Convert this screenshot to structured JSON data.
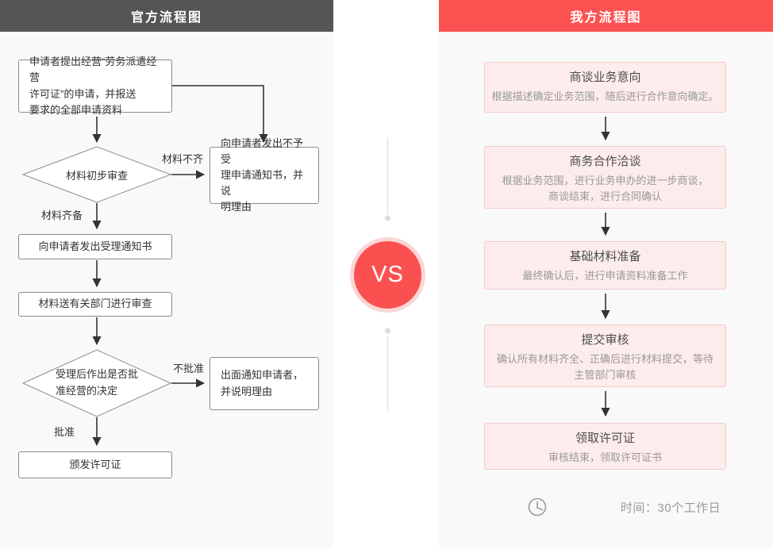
{
  "left_panel": {
    "header": "官方流程图",
    "application_box": "申请者提出经营“劳务派遣经营\n许可证”的申请，并报送\n要求的全部申请资料",
    "decision_initial_review": "材料初步审查",
    "label_materials_incomplete": "材料不齐",
    "rejection_box": "向申请者发出不予受\n理申请通知书，并说\n明理由",
    "label_materials_complete": "材料齐备",
    "acceptance_notice_box": "向申请者发出受理通知书",
    "department_review_box": "材料送有关部门进行审查",
    "decision_approval": "受理后作出是否批\n准经营的决定",
    "label_not_approved": "不批准",
    "notify_applicant_box": "出面通知申请者，\n并说明理由",
    "label_approved": "批准",
    "issue_license_box": "颁发许可证"
  },
  "vs_badge": "VS",
  "right_panel": {
    "header": "我方流程图",
    "steps": [
      {
        "title": "商谈业务意向",
        "desc": "根据描述确定业务范围，随后进行合作意向确定。"
      },
      {
        "title": "商务合作洽谈",
        "desc": "根据业务范围，进行业务申办的进一步商谈，\n商谈结束，进行合同确认"
      },
      {
        "title": "基础材料准备",
        "desc": "最终确认后，进行申请资料准备工作"
      },
      {
        "title": "提交审核",
        "desc": "确认所有材料齐全、正确后进行材料提交，等待\n主管部门审核"
      },
      {
        "title": "领取许可证",
        "desc": "审核结束，领取许可证书"
      }
    ],
    "time_note": "时间：30个工作日"
  },
  "colors": {
    "header_left_bg": "#575454",
    "header_right_bg": "#fd5252",
    "vs_red": "#fa5150",
    "vs_ring": "#fcd6d6",
    "panel_bg": "#f9f9f9",
    "step_bg": "#fdecec",
    "step_border": "#f5c8c9",
    "arrow": "#333333"
  }
}
